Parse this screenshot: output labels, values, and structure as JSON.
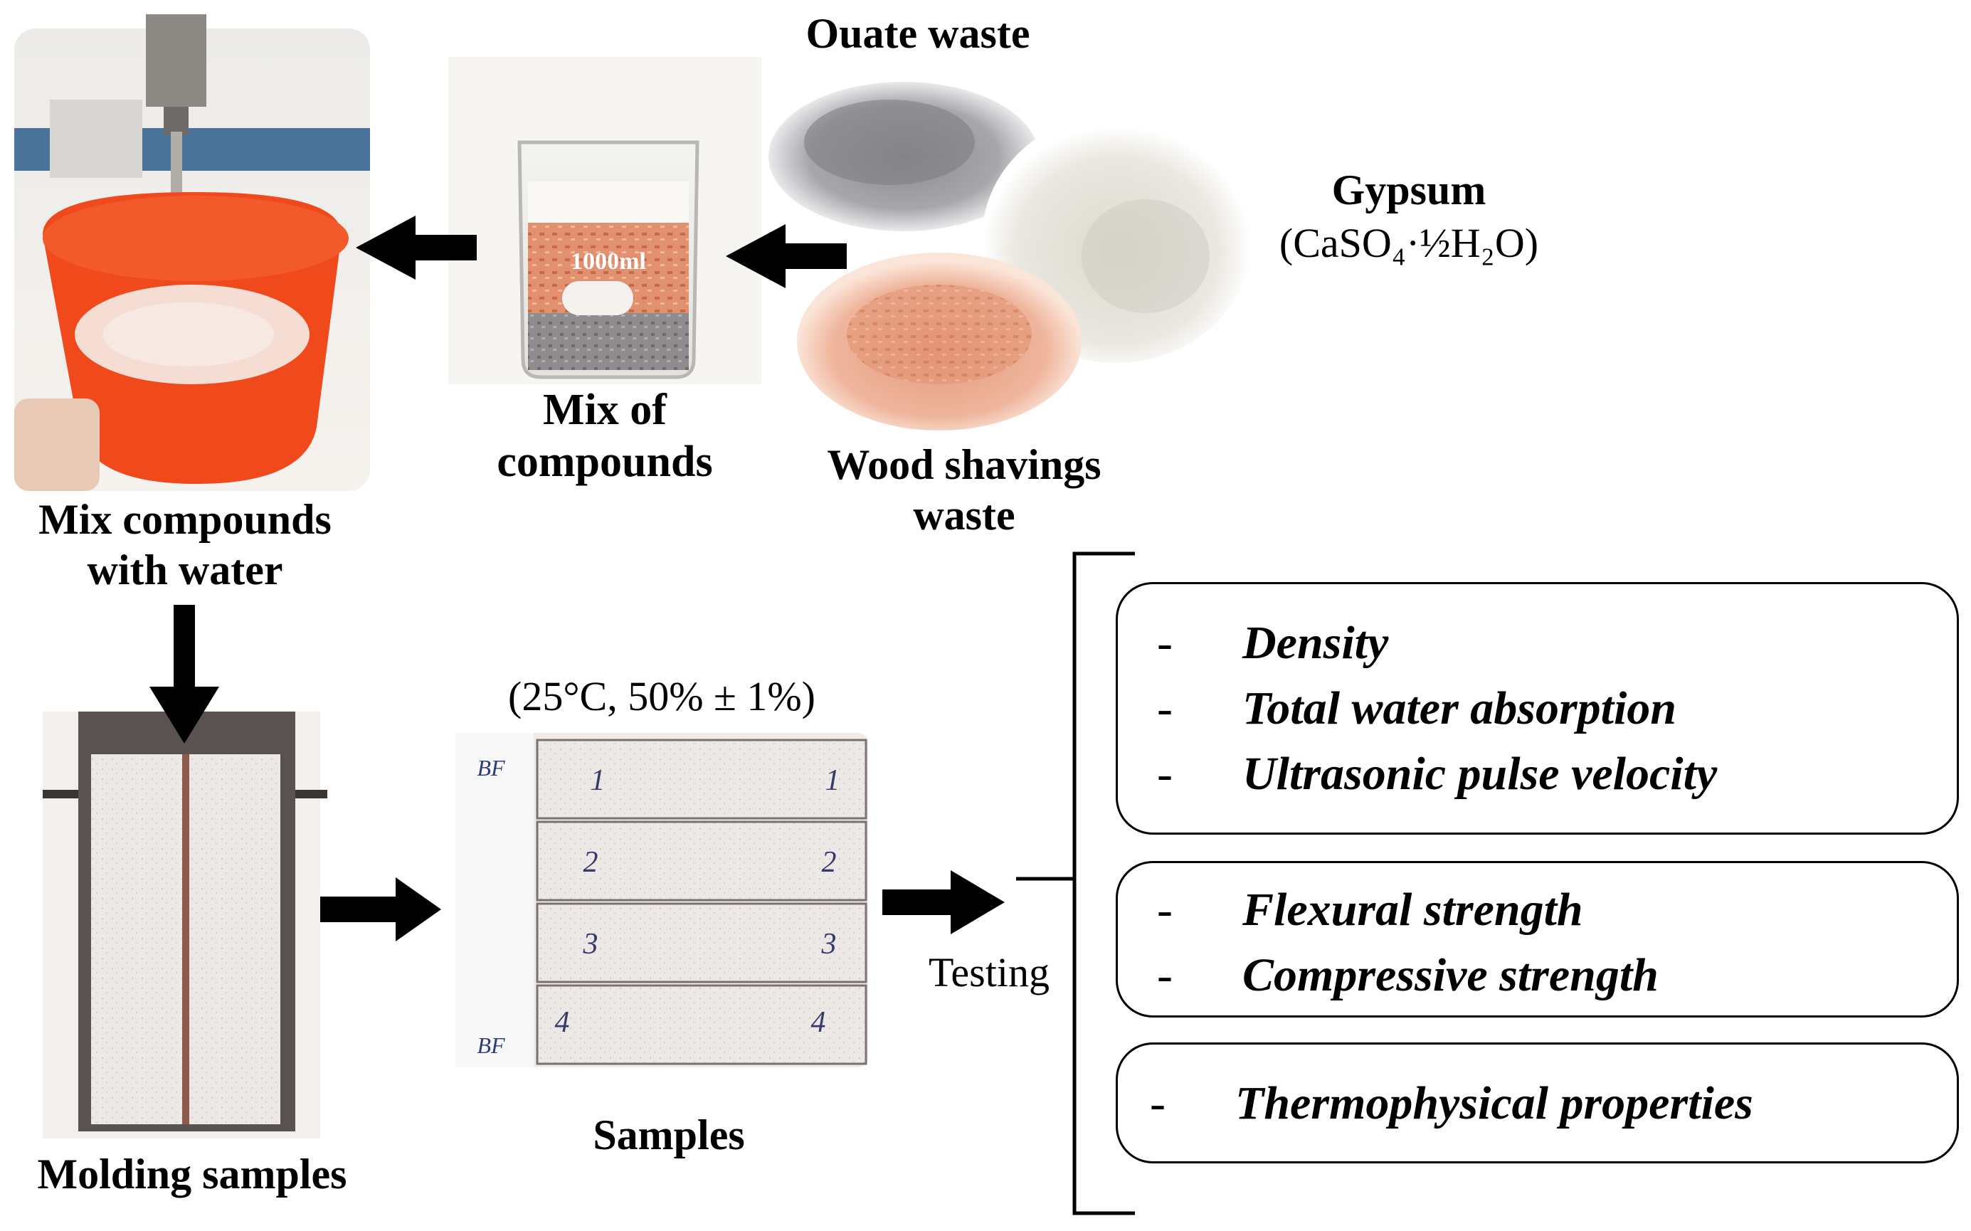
{
  "labels": {
    "ouate": "Ouate waste",
    "gypsum": "Gypsum",
    "gypsum_formula": "(CaSO₄·½H₂O)",
    "wood_line1": "Wood shavings",
    "wood_line2": "waste",
    "mix_line1": "Mix of",
    "mix_line2": "compounds",
    "beaker_marking": "1000ml",
    "water_line1": "Mix compounds",
    "water_line2": "with water",
    "molding": "Molding samples",
    "conditions": "(25°C, 50% ± 1%)",
    "samples": "Samples",
    "testing": "Testing",
    "sample_marks": [
      "BF",
      "BF"
    ],
    "sample_numbers": [
      "1",
      "2",
      "3",
      "4"
    ]
  },
  "test_groups": [
    {
      "items": [
        "Density",
        "Total water absorption",
        "Ultrasonic pulse velocity"
      ]
    },
    {
      "items": [
        "Flexural strength",
        "Compressive strength"
      ]
    },
    {
      "items": [
        "Thermophysical properties"
      ]
    }
  ],
  "bullet": "-",
  "colors": {
    "bucket": "#f04a1c",
    "wood": "#e8a487",
    "ouate": "#8e8e92",
    "gypsum": "#e6e3dc",
    "mold_frame": "#5a5250",
    "plaster": "#ebe6e2",
    "arrow": "#000000"
  }
}
